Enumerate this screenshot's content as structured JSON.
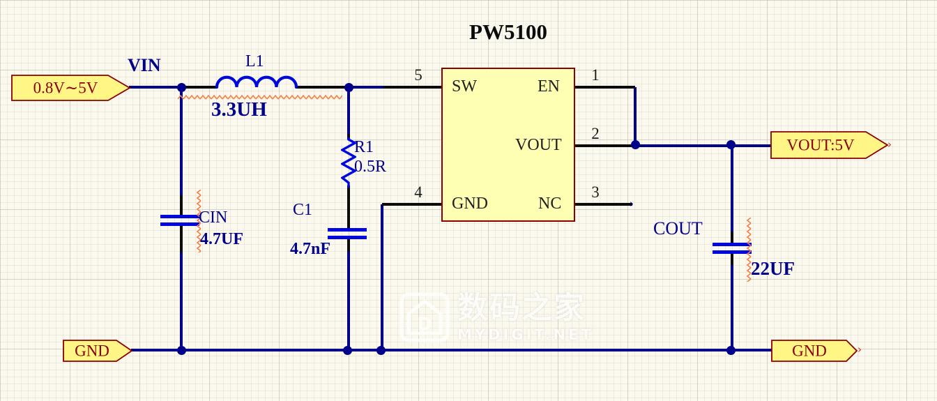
{
  "ic": {
    "title": "PW5100",
    "pins": {
      "sw": {
        "name": "SW",
        "number": "5"
      },
      "en": {
        "name": "EN",
        "number": "1"
      },
      "vout": {
        "name": "VOUT",
        "number": "2"
      },
      "gnd": {
        "name": "GND",
        "number": "4"
      },
      "nc": {
        "name": "NC",
        "number": "3"
      }
    }
  },
  "ports": {
    "vin_range": {
      "label": "0.8V∼5V"
    },
    "gnd_left": {
      "label": "GND"
    },
    "vout": {
      "label": "VOUT:5V"
    },
    "gnd_right": {
      "label": "GND"
    }
  },
  "net_labels": {
    "vin": "VIN"
  },
  "components": {
    "l1": {
      "designator": "L1",
      "value": "3.3UH"
    },
    "r1": {
      "designator": "R1",
      "value": "0.5R"
    },
    "cin": {
      "designator": "CIN",
      "value": "4.7UF"
    },
    "c1": {
      "designator": "C1",
      "value": "4.7nF"
    },
    "cout": {
      "designator": "COUT",
      "value": "22UF"
    }
  },
  "watermark": {
    "cjk": "数码之家",
    "site": "MYDIGIT.NET",
    "logo_letter": "D"
  },
  "colors": {
    "wire": "#00008b",
    "component": "#0008e0",
    "port_fill": "#fff685",
    "port_border": "#8b0000",
    "ic_fill": "#ffffb3",
    "ic_border": "#8b0000",
    "squiggle": "#f08048",
    "background": "#fbf8ee"
  }
}
